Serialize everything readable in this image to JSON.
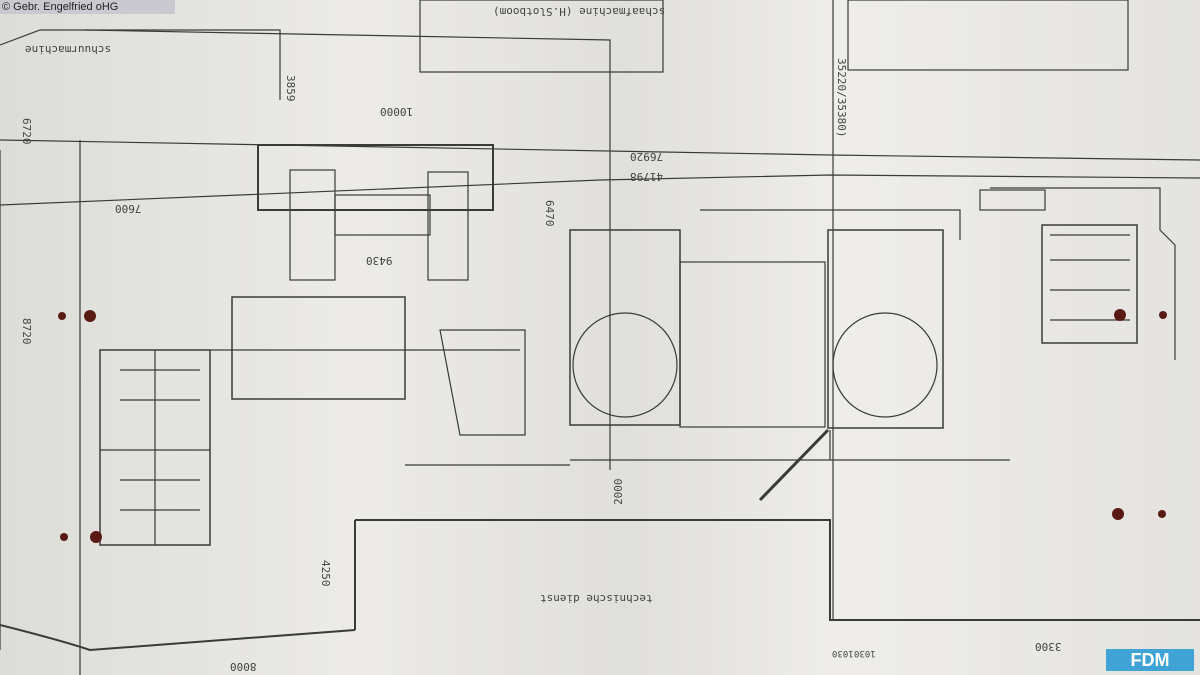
{
  "copyright": "© Gebr. Engelfried oHG",
  "logo": "FDM",
  "labels": {
    "planer": "schaafmachine (H.Slotboom)",
    "barn": "schuurmachine",
    "dim_3859": "3859",
    "dim_10000": "10000",
    "dim_7600": "7600",
    "dim_6720": "6720",
    "dim_8720": "8720",
    "dim_9430": "9430",
    "dim_6470": "6470",
    "dim_76920": "76920",
    "dim_41798": "41798",
    "dim_35220": "35220/35380)",
    "dim_2000": "2000",
    "dim_4250": "4250",
    "dim_8000": "8000",
    "tech_service": "technische dienst",
    "dim_1030a": "1030",
    "dim_1030b": "1030",
    "dim_3300": "3300"
  },
  "colors": {
    "paper": "#e9e8e4",
    "ink": "#3a3a3a",
    "logo": "#3fa3d6"
  }
}
